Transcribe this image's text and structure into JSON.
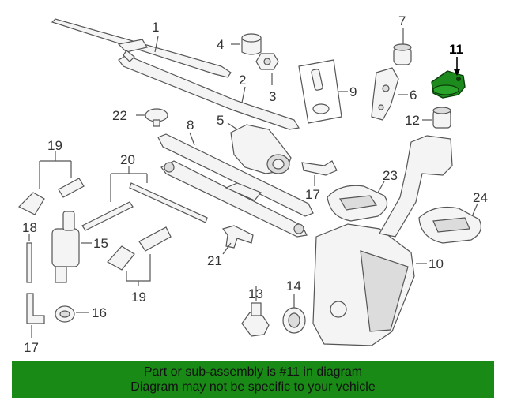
{
  "diagram": {
    "callouts": {
      "c1": "1",
      "c2": "2",
      "c3": "3",
      "c4": "4",
      "c5": "5",
      "c6": "6",
      "c7": "7",
      "c8": "8",
      "c9": "9",
      "c10": "10",
      "c11": "11",
      "c12": "12",
      "c13": "13",
      "c14": "14",
      "c15": "15",
      "c16": "16",
      "c17a": "17",
      "c17b": "17",
      "c18": "18",
      "c19a": "19",
      "c19b": "19",
      "c20": "20",
      "c21": "21",
      "c22": "22",
      "c23": "23",
      "c24": "24"
    },
    "highlighted_part": "11",
    "highlight_color": "#1d8a1d"
  },
  "banner": {
    "line1": "Part or sub-assembly is #11 in diagram",
    "line2": "Diagram may not be specific to your vehicle",
    "color": "#1a8a17"
  }
}
